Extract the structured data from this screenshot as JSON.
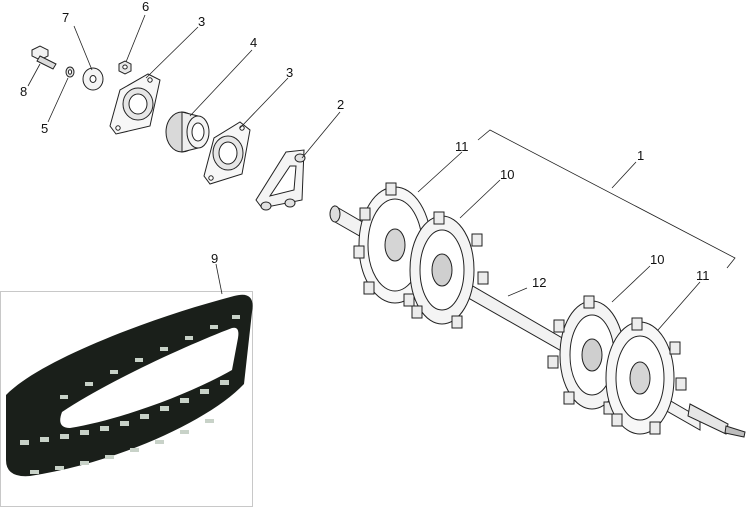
{
  "callouts": {
    "c1": "1",
    "c2": "2",
    "c3a": "3",
    "c3b": "3",
    "c4": "4",
    "c5": "5",
    "c6": "6",
    "c7": "7",
    "c8": "8",
    "c9": "9",
    "c10a": "10",
    "c10b": "10",
    "c11a": "11",
    "c11b": "11",
    "c12": "12"
  },
  "colors": {
    "line": "#222222",
    "part_fill": "#ffffff",
    "part_shade": "#bdbdbd",
    "track_rubber": "#1a1f1a",
    "track_clip": "#c8d2c8",
    "photo_border": "#c8c8c8"
  }
}
